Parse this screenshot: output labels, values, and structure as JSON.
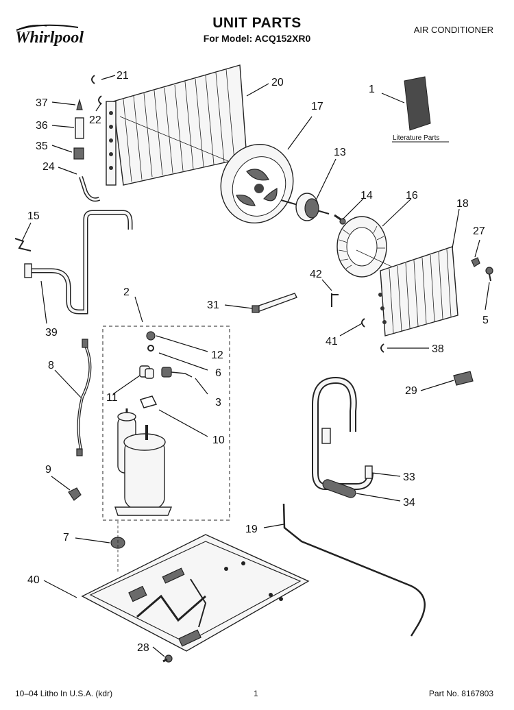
{
  "header": {
    "brand": "Whirlpool",
    "title": "UNIT PARTS",
    "model_line": "For Model: ACQ152XR0",
    "category": "AIR CONDITIONER"
  },
  "diagram": {
    "literature_label": "Literature Parts",
    "part_numbers": [
      "1",
      "2",
      "3",
      "5",
      "6",
      "7",
      "8",
      "9",
      "10",
      "11",
      "12",
      "13",
      "14",
      "15",
      "16",
      "17",
      "18",
      "19",
      "20",
      "21",
      "22",
      "24",
      "27",
      "28",
      "29",
      "31",
      "33",
      "34",
      "35",
      "36",
      "37",
      "38",
      "39",
      "40",
      "41",
      "42"
    ]
  },
  "footer": {
    "left": "10–04 Litho In U.S.A. (kdr)",
    "page": "1",
    "part_no": "Part No. 8167803"
  }
}
